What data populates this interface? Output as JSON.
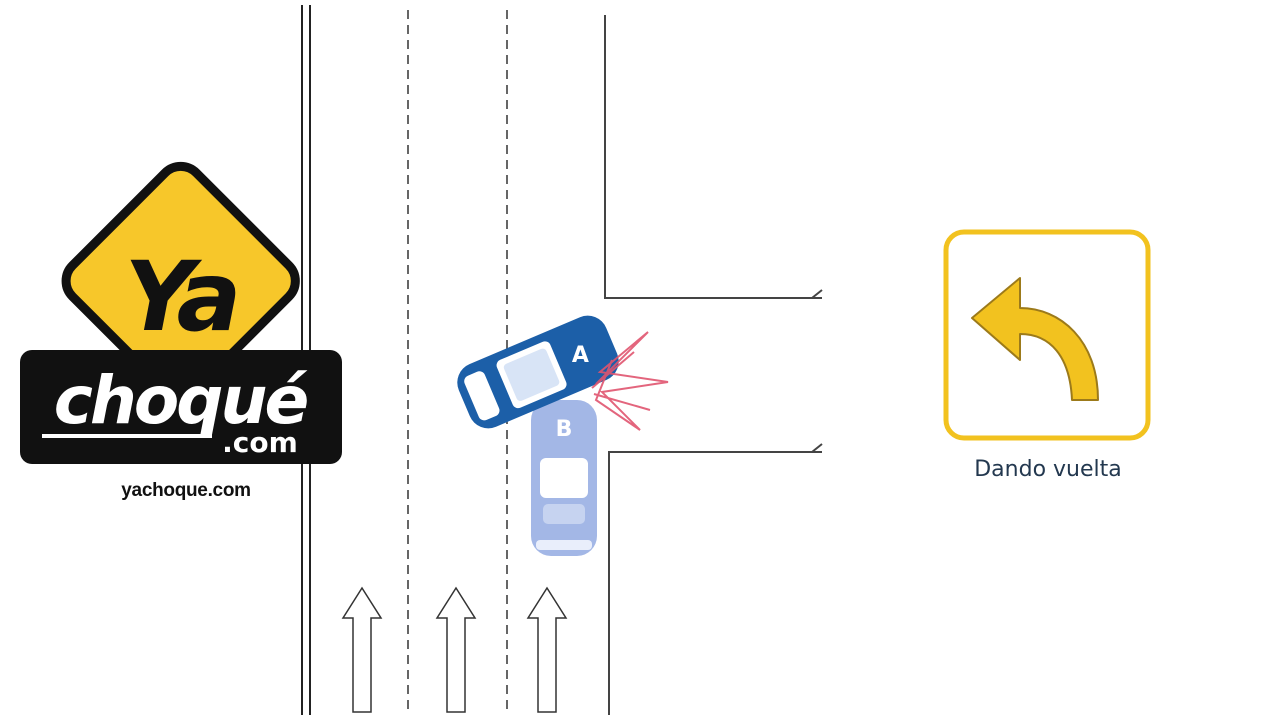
{
  "logo": {
    "word_top": "Ya",
    "word_main": "choqué",
    "word_suffix": ".com",
    "site_url": "yachoque.com",
    "accent_color": "#f7c72a",
    "dark_color": "#111111"
  },
  "vehicles": {
    "a": {
      "label": "A",
      "color": "#1c5fa8"
    },
    "b": {
      "label": "B",
      "color": "#a3b7e6"
    }
  },
  "maneuver": {
    "caption": "Dando vuelta",
    "icon": "left-turn-arrow-icon",
    "frame_color": "#f2c21f"
  },
  "road": {
    "lane_arrow_count": 3,
    "lane_arrow_icon": "straight-up-arrow-icon",
    "impact_icon": "impact-burst-icon"
  }
}
